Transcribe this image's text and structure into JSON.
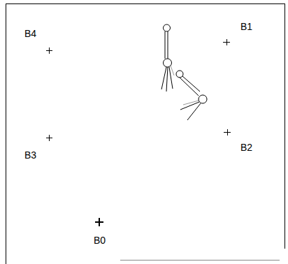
{
  "diagram": {
    "labels": [
      "B4",
      "B1",
      "B3",
      "B2",
      "B0"
    ]
  }
}
